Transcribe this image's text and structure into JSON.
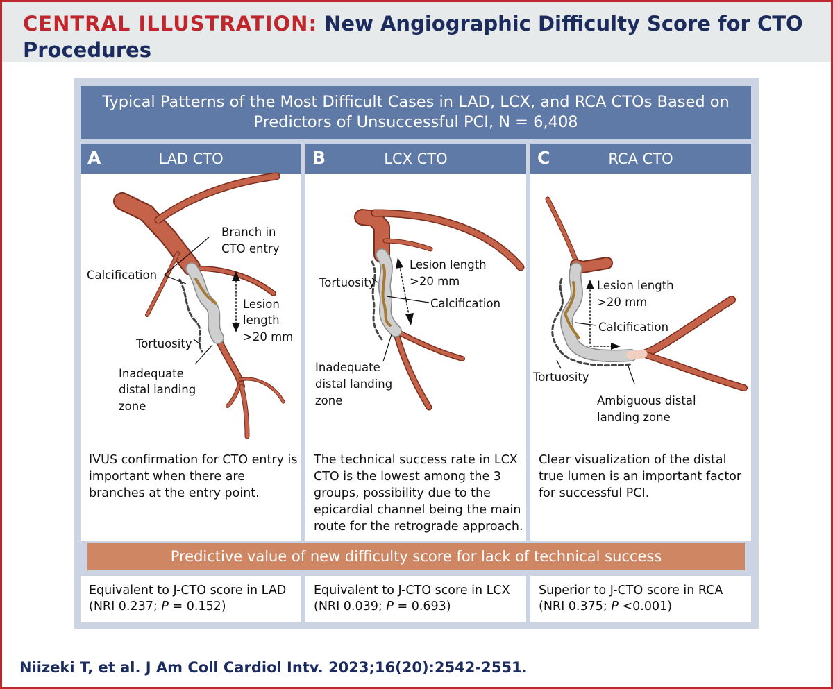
{
  "header": {
    "label": "CENTRAL ILLUSTRATION:",
    "title": "New Angiographic Difficulty Score for CTO Procedures"
  },
  "main_heading": {
    "line1": "Typical Patterns of the Most Difficult Cases in LAD, LCX, and RCA CTOs Based on",
    "line2": "Predictors of Unsuccessful PCI, N = 6,408"
  },
  "panels": [
    {
      "letter": "A",
      "name": "LAD CTO",
      "labels": {
        "branch1": "Branch in",
        "branch2": "CTO entry",
        "calc": "Calcification",
        "lesion1": "Lesion",
        "lesion2": "length",
        "lesion3": ">20 mm",
        "tort": "Tortuosity",
        "inad1": "Inadequate",
        "inad2": "distal landing",
        "inad3": "zone"
      },
      "text": "IVUS confirmation for CTO entry is important when there are branches at the entry point.",
      "predictive_prefix": "Equivalent to J-CTO score in LAD",
      "nri": "(NRI 0.237; ",
      "p_label": "P",
      "p_value": " = 0.152)"
    },
    {
      "letter": "B",
      "name": "LCX CTO",
      "labels": {
        "lesion1": "Lesion length",
        "lesion2": ">20 mm",
        "tort": "Tortuosity",
        "calc": "Calcification",
        "inad1": "Inadequate",
        "inad2": "distal landing",
        "inad3": "zone"
      },
      "text": "The technical success rate in LCX CTO is the lowest among the 3 groups, possibility due to the epicardial channel being the main route for the retrograde approach.",
      "predictive_prefix": "Equivalent to J-CTO score in LCX",
      "nri": "(NRI 0.039; ",
      "p_label": "P",
      "p_value": " = 0.693)"
    },
    {
      "letter": "C",
      "name": "RCA CTO",
      "labels": {
        "lesion1": "Lesion length",
        "lesion2": ">20 mm",
        "calc": "Calcification",
        "tort": "Tortuosity",
        "amb1": "Ambiguous distal",
        "amb2": "landing zone"
      },
      "text": "Clear visualization of the distal true lumen is an important factor for successful PCI.",
      "predictive_prefix": "Superior to J-CTO score in RCA",
      "nri": "(NRI 0.375; ",
      "p_label": "P",
      "p_value": " <0.001)"
    }
  ],
  "predictive_bar": "Predictive value of new difficulty score for lack of technical success",
  "citation": "Niizeki T, et al. J Am Coll Cardiol Intv. 2023;16(20):2542-2551.",
  "colors": {
    "red": "#c0262c",
    "navy": "#1c2b5e",
    "panel_header": "#5f7aa6",
    "orange_bar": "#cf8763",
    "vessel": "#c4624a"
  }
}
